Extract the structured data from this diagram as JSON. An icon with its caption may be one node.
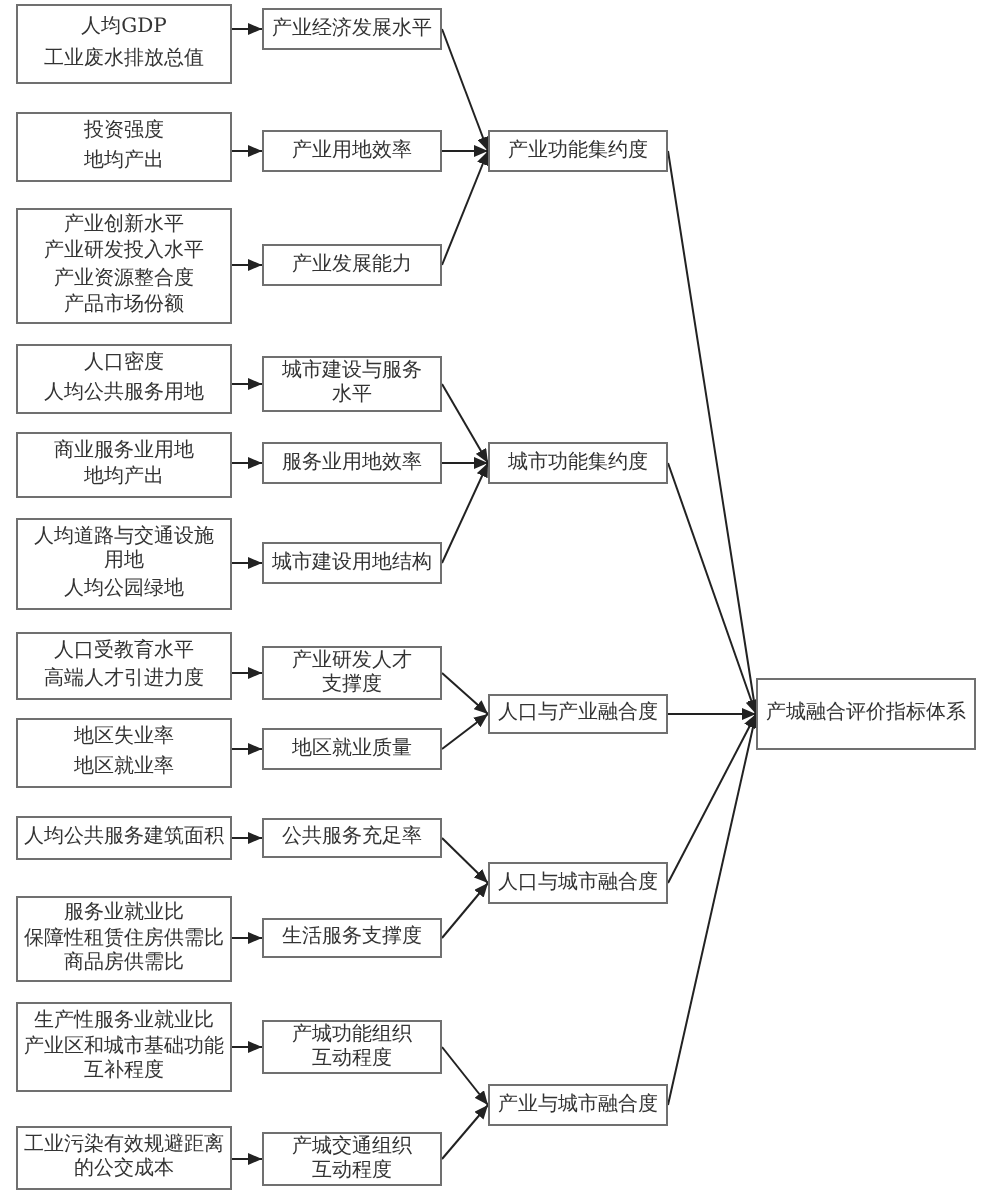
{
  "diagram": {
    "nodes": [
      {
        "text": [
          "人均GDP",
          "工业废水排放总值"
        ]
      },
      {
        "text": [
          "投资强度",
          "地均产出"
        ]
      },
      {
        "text": [
          "产业创新水平",
          "产业研发投入水平",
          "产业资源整合度",
          "产品市场份额"
        ]
      },
      {
        "text": [
          "人口密度",
          "人均公共服务用地"
        ]
      },
      {
        "text": [
          "商业服务业用地",
          "地均产出"
        ]
      },
      {
        "text": [
          "人均道路与交通设施用地",
          "人均公园绿地"
        ]
      },
      {
        "text": [
          "人口受教育水平",
          "高端人才引进力度"
        ]
      },
      {
        "text": [
          "地区失业率",
          "地区就业率"
        ]
      },
      {
        "text": [
          "人均公共服务建筑面积"
        ]
      },
      {
        "text": [
          "服务业就业比",
          "保障性租赁住房供需比",
          "商品房供需比"
        ]
      },
      {
        "text": [
          "生产性服务业就业比",
          "产业区和城市基础功能互补程度"
        ]
      },
      {
        "text": [
          "工业污染有效规避距离的公交成本"
        ]
      },
      {
        "text": [
          "产业经济发展水平"
        ]
      },
      {
        "text": [
          "产业用地效率"
        ]
      },
      {
        "text": [
          "产业发展能力"
        ]
      },
      {
        "text": [
          "城市建设与服务水平"
        ]
      },
      {
        "text": [
          "服务业用地效率"
        ]
      },
      {
        "text": [
          "城市建设用地结构"
        ]
      },
      {
        "text": [
          "产业研发人才支撑度"
        ]
      },
      {
        "text": [
          "地区就业质量"
        ]
      },
      {
        "text": [
          "公共服务充足率"
        ]
      },
      {
        "text": [
          "生活服务支撑度"
        ]
      },
      {
        "text": [
          "产城功能组织互动程度"
        ]
      },
      {
        "text": [
          "产城交通组织互动程度"
        ]
      },
      {
        "text": [
          "产业功能集约度"
        ]
      },
      {
        "text": [
          "城市功能集约度"
        ]
      },
      {
        "text": [
          "人口与产业融合度"
        ]
      },
      {
        "text": [
          "人口与城市融合度"
        ]
      },
      {
        "text": [
          "产业与城市融合度"
        ]
      },
      {
        "text": [
          "产城融合评价指标体系"
        ]
      }
    ],
    "edges": [
      {
        "from": 0,
        "to": 12,
        "arrow": "to"
      },
      {
        "from": 1,
        "to": 13,
        "arrow": "to"
      },
      {
        "from": 2,
        "to": 14,
        "arrow": "to"
      },
      {
        "from": 3,
        "to": 15,
        "arrow": "to"
      },
      {
        "from": 4,
        "to": 16,
        "arrow": "to"
      },
      {
        "from": 5,
        "to": 17,
        "arrow": "to"
      },
      {
        "from": 6,
        "to": 18,
        "arrow": "to"
      },
      {
        "from": 7,
        "to": 19,
        "arrow": "to"
      },
      {
        "from": 8,
        "to": 20,
        "arrow": "to"
      },
      {
        "from": 9,
        "to": 21,
        "arrow": "to"
      },
      {
        "from": 10,
        "to": 22,
        "arrow": "to"
      },
      {
        "from": 11,
        "to": 23,
        "arrow": "to"
      },
      {
        "from": 12,
        "to": 24,
        "arrow": "to"
      },
      {
        "from": 13,
        "to": 24,
        "arrow": "to"
      },
      {
        "from": 14,
        "to": 24,
        "arrow": "to"
      },
      {
        "from": 15,
        "to": 25,
        "arrow": "to"
      },
      {
        "from": 16,
        "to": 25,
        "arrow": "to"
      },
      {
        "from": 17,
        "to": 25,
        "arrow": "to"
      },
      {
        "from": 18,
        "to": 26,
        "arrow": "to"
      },
      {
        "from": 19,
        "to": 26,
        "arrow": "to"
      },
      {
        "from": 20,
        "to": 27,
        "arrow": "to"
      },
      {
        "from": 21,
        "to": 27,
        "arrow": "to"
      },
      {
        "from": 22,
        "to": 28,
        "arrow": "to"
      },
      {
        "from": 23,
        "to": 28,
        "arrow": "to"
      },
      {
        "from": 24,
        "to": 29,
        "arrow": "to"
      },
      {
        "from": 25,
        "to": 29,
        "arrow": "to"
      },
      {
        "from": 26,
        "to": 29,
        "arrow": "to"
      },
      {
        "from": 27,
        "to": 29,
        "arrow": "to"
      },
      {
        "from": 28,
        "to": 29,
        "arrow": "to"
      }
    ]
  }
}
